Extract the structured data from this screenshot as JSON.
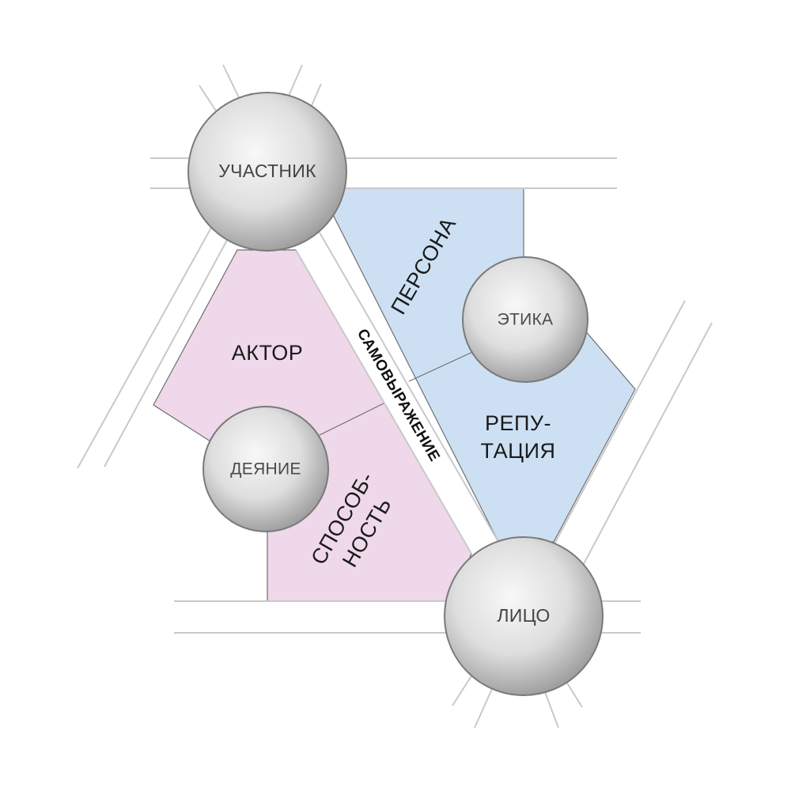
{
  "colors": {
    "background": "#ffffff",
    "pink_region": "#eed8ea",
    "blue_region": "#cde0f3",
    "region_stroke": "#6f6f6f",
    "road_line": "#c9c9c9",
    "road_fill": "#ffffff",
    "node_fill_light": "#f7f7f7",
    "node_fill_dark": "#9d9d9d",
    "node_stroke": "#7a7a7a"
  },
  "nodes": {
    "participant": "УЧАСТНИК",
    "ethics": "ЭТИКА",
    "deed": "ДЕЯНИЕ",
    "face": "ЛИЦО"
  },
  "regions": {
    "actor": "АКТОР",
    "persona": "ПЕРСОНА",
    "ability_line1": "СПОСОБ-",
    "ability_line2": "НОСТЬ",
    "reputation_line1": "РЕПУ-",
    "reputation_line2": "ТАЦИЯ"
  },
  "road": {
    "self_expression": "САМОВЫРАЖЕНИЕ"
  }
}
